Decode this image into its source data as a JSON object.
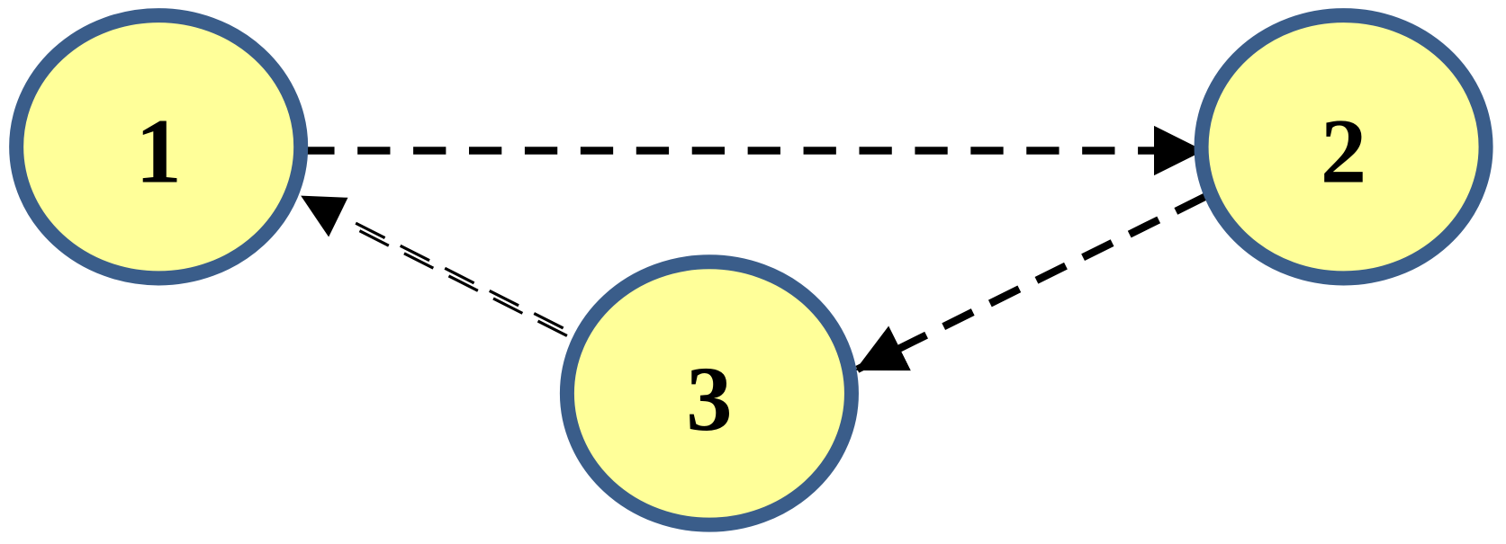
{
  "diagram": {
    "type": "directed-graph",
    "colors": {
      "node_fill": "#FFFF99",
      "node_stroke": "#3A5D8A",
      "edge": "#000000",
      "background": "#FFFFFF"
    },
    "nodes": [
      {
        "id": "1",
        "label": "1"
      },
      {
        "id": "2",
        "label": "2"
      },
      {
        "id": "3",
        "label": "3"
      }
    ],
    "edges": [
      {
        "from": "1",
        "to": "2",
        "style": "dashed"
      },
      {
        "from": "2",
        "to": "3",
        "style": "dashed"
      },
      {
        "from": "3",
        "to": "1",
        "style": "double-dashed"
      }
    ]
  }
}
